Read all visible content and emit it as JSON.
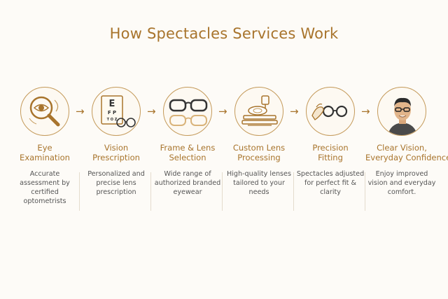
{
  "page": {
    "title": "How Spectacles Services Work"
  },
  "steps": [
    {
      "icon": "magnifying-eye-icon",
      "title_line1": "Eye",
      "title_line2": "Examination",
      "desc": "Accurate assessment by certified optometrists"
    },
    {
      "icon": "eye-chart-icon",
      "title_line1": "Vision",
      "title_line2": "Prescription",
      "desc": "Personalized and precise lens prescription"
    },
    {
      "icon": "glasses-frames-icon",
      "title_line1": "Frame & Lens",
      "title_line2": "Selection",
      "desc": "Wide range of authorized branded eyewear"
    },
    {
      "icon": "lens-machine-icon",
      "title_line1": "Custom Lens",
      "title_line2": "Processing",
      "desc": "High-quality lenses tailored to your needs"
    },
    {
      "icon": "fitting-hand-icon",
      "title_line1": "Precision",
      "title_line2": "Fitting",
      "desc": "Spectacles adjusted for perfect fit & clarity"
    },
    {
      "icon": "happy-man-icon",
      "title_line1": "Clear Vision,",
      "title_line2": "Everyday Confidence",
      "desc": "Enjoy improved vision and everyday comfort."
    }
  ],
  "arrow_glyph": "→",
  "eye_chart_letters": {
    "row1": "E",
    "row2": "F P",
    "row3": "T O Z"
  },
  "colors": {
    "accent": "#a8742c",
    "ring": "#c49a5a",
    "text": "#555555"
  }
}
